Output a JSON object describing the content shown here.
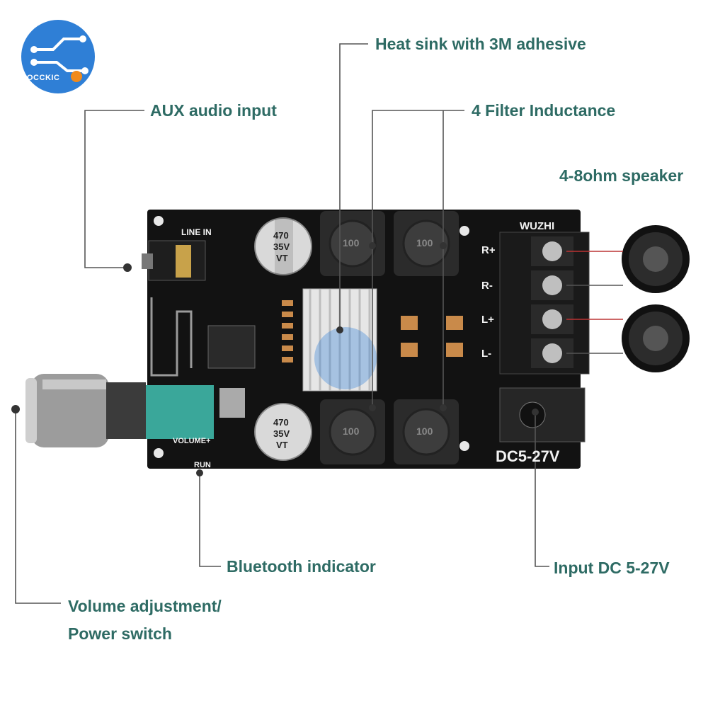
{
  "brand": {
    "logo_text": "OCCKIC"
  },
  "callouts": {
    "heat_sink": "Heat sink with 3M adhesive",
    "filter_inductance": "4 Filter Inductance",
    "aux_input": "AUX audio input",
    "speaker": "4-8ohm speaker",
    "bluetooth_indicator": "Bluetooth indicator",
    "input_dc": "Input DC 5-27V",
    "volume_line1": "Volume adjustment/",
    "volume_line2": "Power switch"
  },
  "board": {
    "line_in": "LINE IN",
    "maker": "WUZHI",
    "dc_label": "DC5-27V",
    "volume": "VOLUME+",
    "run": "RUN",
    "terminals": [
      "R+",
      "R-",
      "L+",
      "L-"
    ],
    "cap_top": [
      "470",
      "35V",
      "VT"
    ],
    "cap_bottom": [
      "470",
      "35V",
      "VT"
    ],
    "inductor_mark": "100"
  },
  "colors": {
    "accent": "#2e6b64",
    "board": "#121212",
    "logo_blue": "#2f7fd6"
  }
}
